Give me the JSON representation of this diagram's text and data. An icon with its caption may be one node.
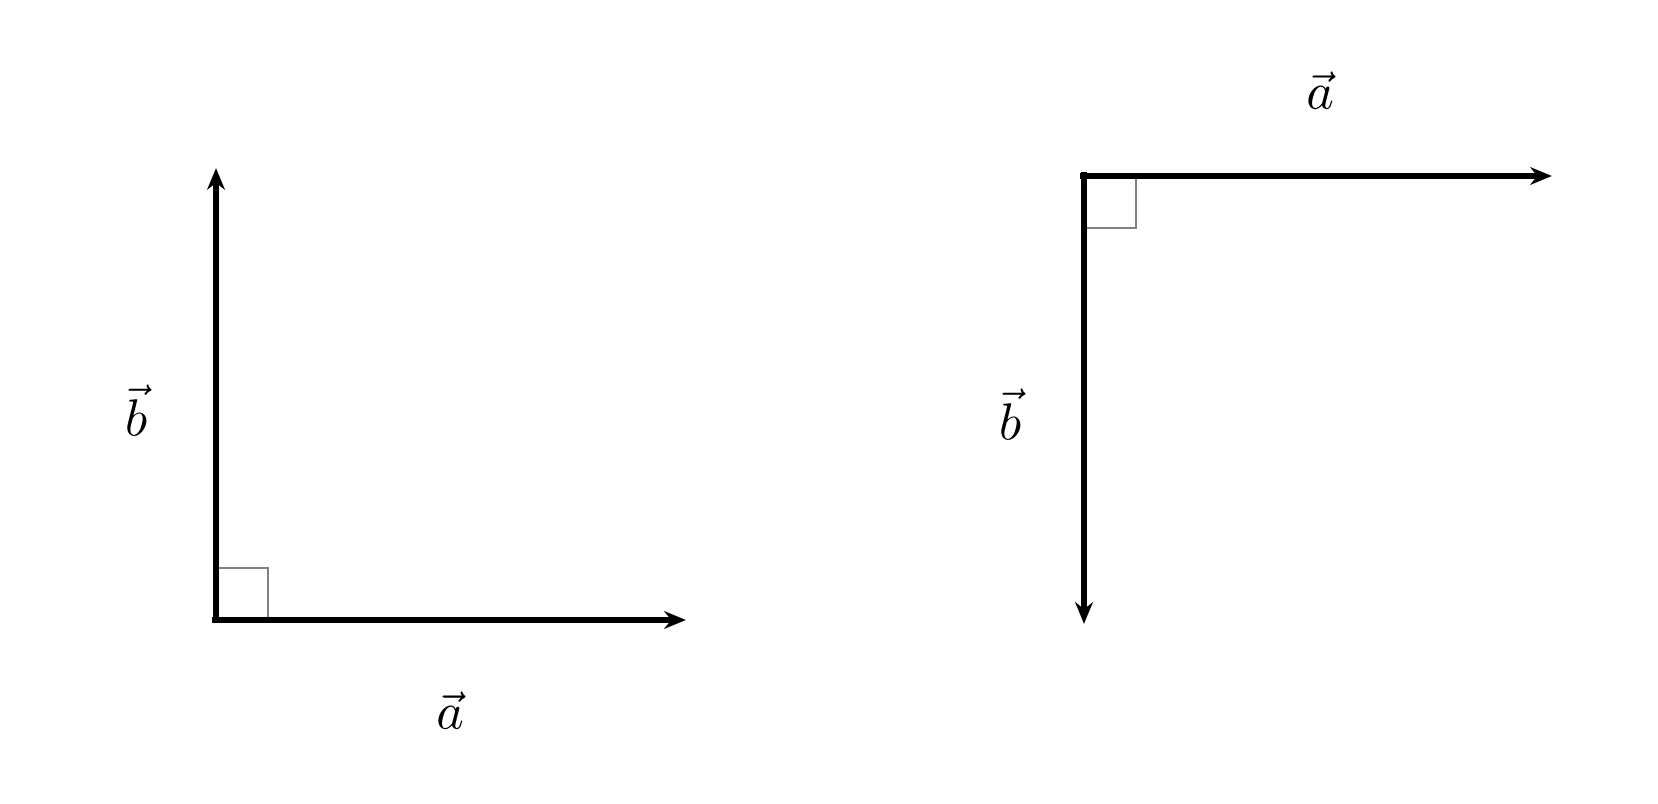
{
  "diagram": {
    "labels": [
      "\\vec{a}",
      "\\vec{b}",
      "\\vec{b}",
      "\\vec{a}"
    ]
  }
}
